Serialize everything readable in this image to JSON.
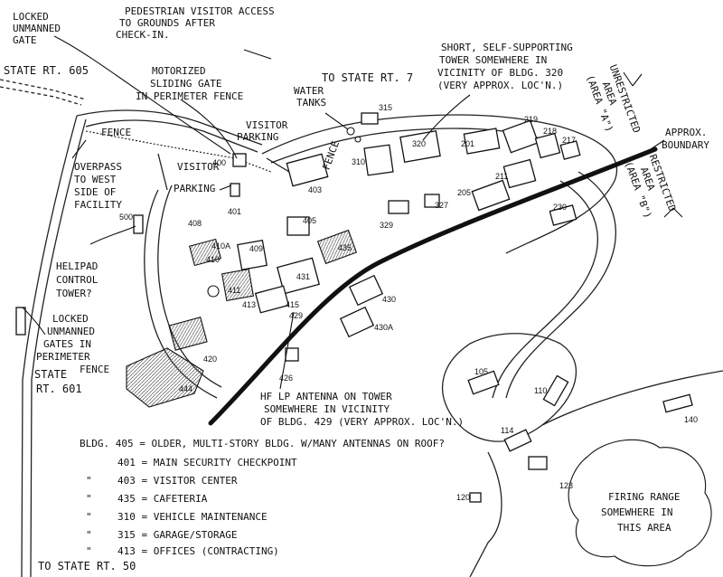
{
  "notes": {
    "locked_gate_top": [
      "LOCKED",
      "UNMANNED",
      "GATE"
    ],
    "pedestrian": [
      "PEDESTRIAN VISITOR ACCESS",
      "TO GROUNDS AFTER",
      "CHECK-IN."
    ],
    "motorized_gate": [
      "MOTORIZED",
      "SLIDING GATE",
      "IN PERIMETER FENCE"
    ],
    "visitor_parking_1": [
      "VISITOR",
      "PARKING"
    ],
    "visitor_parking_2": [
      "VISITOR",
      "PARKING"
    ],
    "water_tanks": [
      "WATER",
      "TANKS"
    ],
    "fence_1": "FENCE",
    "fence_2": "FENCE",
    "fence_3": "FENCE",
    "overpass": [
      "OVERPASS",
      "TO WEST",
      "SIDE OF",
      "FACILITY"
    ],
    "helipad": [
      "HELIPAD",
      "CONTROL",
      "TOWER?"
    ],
    "locked_gates_left": [
      "LOCKED",
      "UNMANNED",
      "GATES IN",
      "PERIMETER"
    ],
    "tower_320": [
      "SHORT, SELF-SUPPORTING",
      "TOWER SOMEWHERE IN",
      "VICINITY OF BLDG. 320",
      "(VERY APPROX. LOC'N.)"
    ],
    "hf_antenna": [
      "HF LP ANTENNA ON TOWER",
      "SOMEWHERE IN VICINITY",
      "OF BLDG. 429 (VERY APPROX. LOC'N.)"
    ],
    "firing_range": [
      "FIRING RANGE",
      "SOMEWHERE IN",
      "THIS AREA"
    ],
    "approx_boundary": [
      "APPROX.",
      "BOUNDARY"
    ],
    "unrestricted_area": [
      "UNRESTRICTED",
      "AREA",
      "(AREA \"A\")"
    ],
    "restricted_area": [
      "RESTRICTED",
      "AREA",
      "(AREA \"B\")"
    ]
  },
  "roads": {
    "state_rt_605": "STATE RT. 605",
    "to_state_rt_7": "TO STATE RT. 7",
    "state_rt_601": [
      "STATE",
      "RT. 601"
    ],
    "to_state_rt_50": "TO STATE RT. 50"
  },
  "buildings": {
    "b315": "315",
    "b320": "320",
    "b310": "310",
    "b219": "219",
    "b218": "218",
    "b217": "217",
    "b201": "201",
    "b211": "211",
    "b205": "205",
    "b327": "327",
    "b329": "329",
    "b230": "230",
    "b400": "400",
    "b403": "403",
    "b401": "401",
    "b405": "405",
    "b408": "408",
    "b500": "500",
    "b410A": "410A",
    "b410": "410",
    "b409": "409",
    "b435": "435",
    "b431": "431",
    "b411": "411",
    "b413": "413",
    "b415": "415",
    "b429": "429",
    "b430": "430",
    "b430A": "430A",
    "b420": "420",
    "b426": "426",
    "b444": "444",
    "b105": "105",
    "b110": "110",
    "b114": "114",
    "b140": "140",
    "b123": "123",
    "b120": "120"
  },
  "legend": [
    "BLDG. 405 = OLDER, MULTI-STORY BLDG. W/MANY ANTENNAS ON ROOF?",
    "401 = MAIN SECURITY CHECKPOINT",
    "403 = VISITOR CENTER",
    "435 = CAFETERIA",
    "310 = VEHICLE MAINTENANCE",
    "315 = GARAGE/STORAGE",
    "413 = OFFICES (CONTRACTING)"
  ],
  "legend_ditto": "\"",
  "colors": {
    "ink": "#111111",
    "paper": "#ffffff"
  }
}
